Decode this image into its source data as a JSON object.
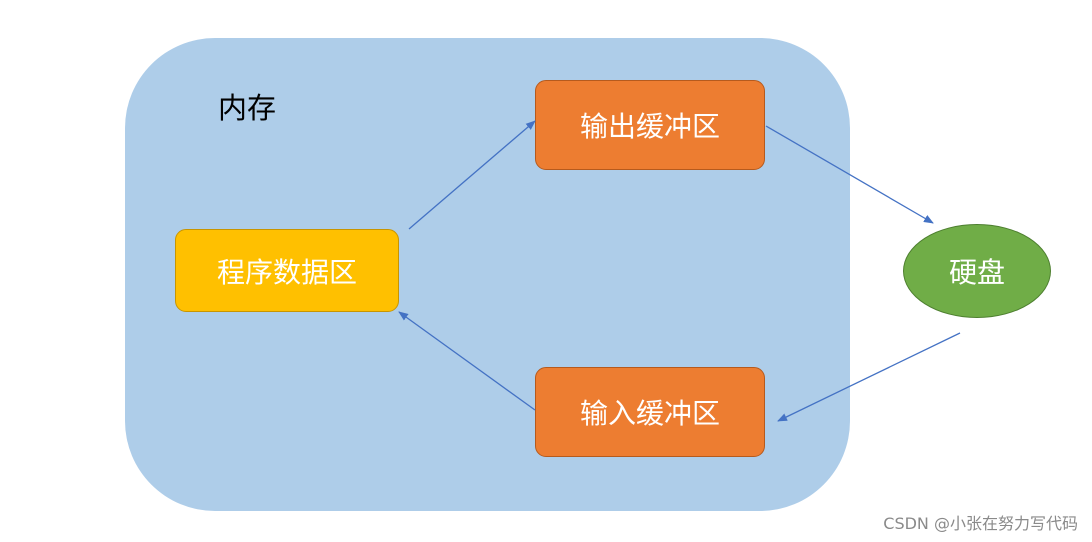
{
  "diagram": {
    "memory": {
      "label": "内存",
      "fill": "#aecde9"
    },
    "program_buffer": {
      "label": "程序数据区",
      "fill": "#ffc000"
    },
    "output_buffer": {
      "label": "输出缓冲区",
      "fill": "#ed7d31"
    },
    "input_buffer": {
      "label": "输入缓冲区",
      "fill": "#ed7d31"
    },
    "disk": {
      "label": "硬盘",
      "fill": "#70ad47",
      "shape": "ellipse"
    },
    "arrow_color": "#4472c4",
    "edges": [
      {
        "from": "程序数据区",
        "to": "输出缓冲区"
      },
      {
        "from": "输出缓冲区",
        "to": "硬盘"
      },
      {
        "from": "硬盘",
        "to": "输入缓冲区"
      },
      {
        "from": "输入缓冲区",
        "to": "程序数据区"
      }
    ]
  },
  "watermark": "CSDN @小张在努力写代码"
}
